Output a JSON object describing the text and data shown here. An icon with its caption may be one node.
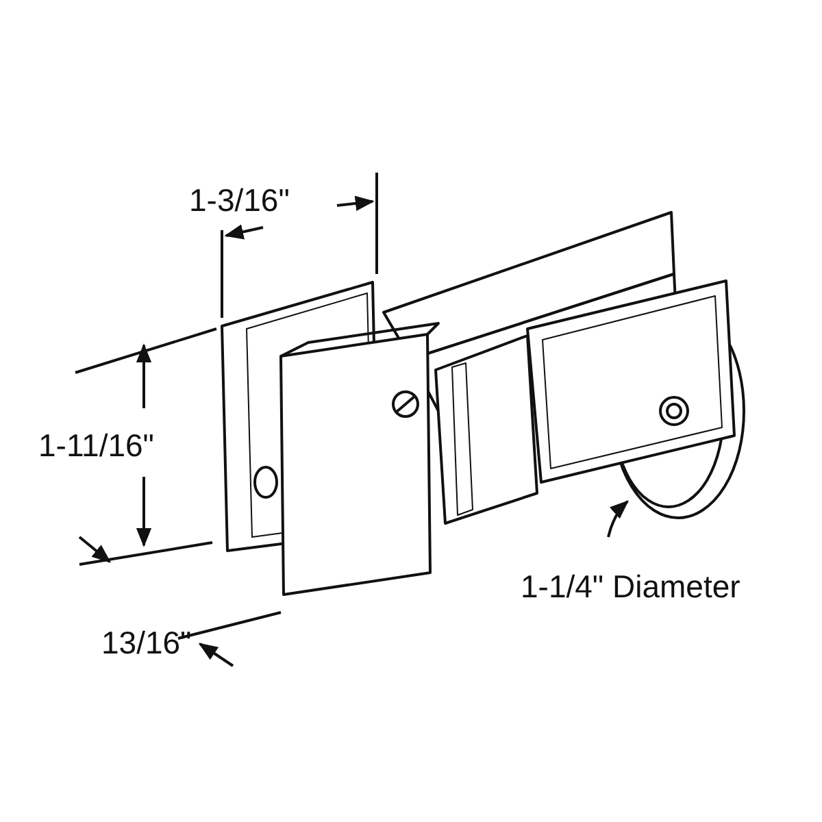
{
  "diagram": {
    "labels": [
      "1-3/16\"",
      "1-11/16\"",
      "13/16\"",
      "1-1/4\" Diameter"
    ]
  }
}
